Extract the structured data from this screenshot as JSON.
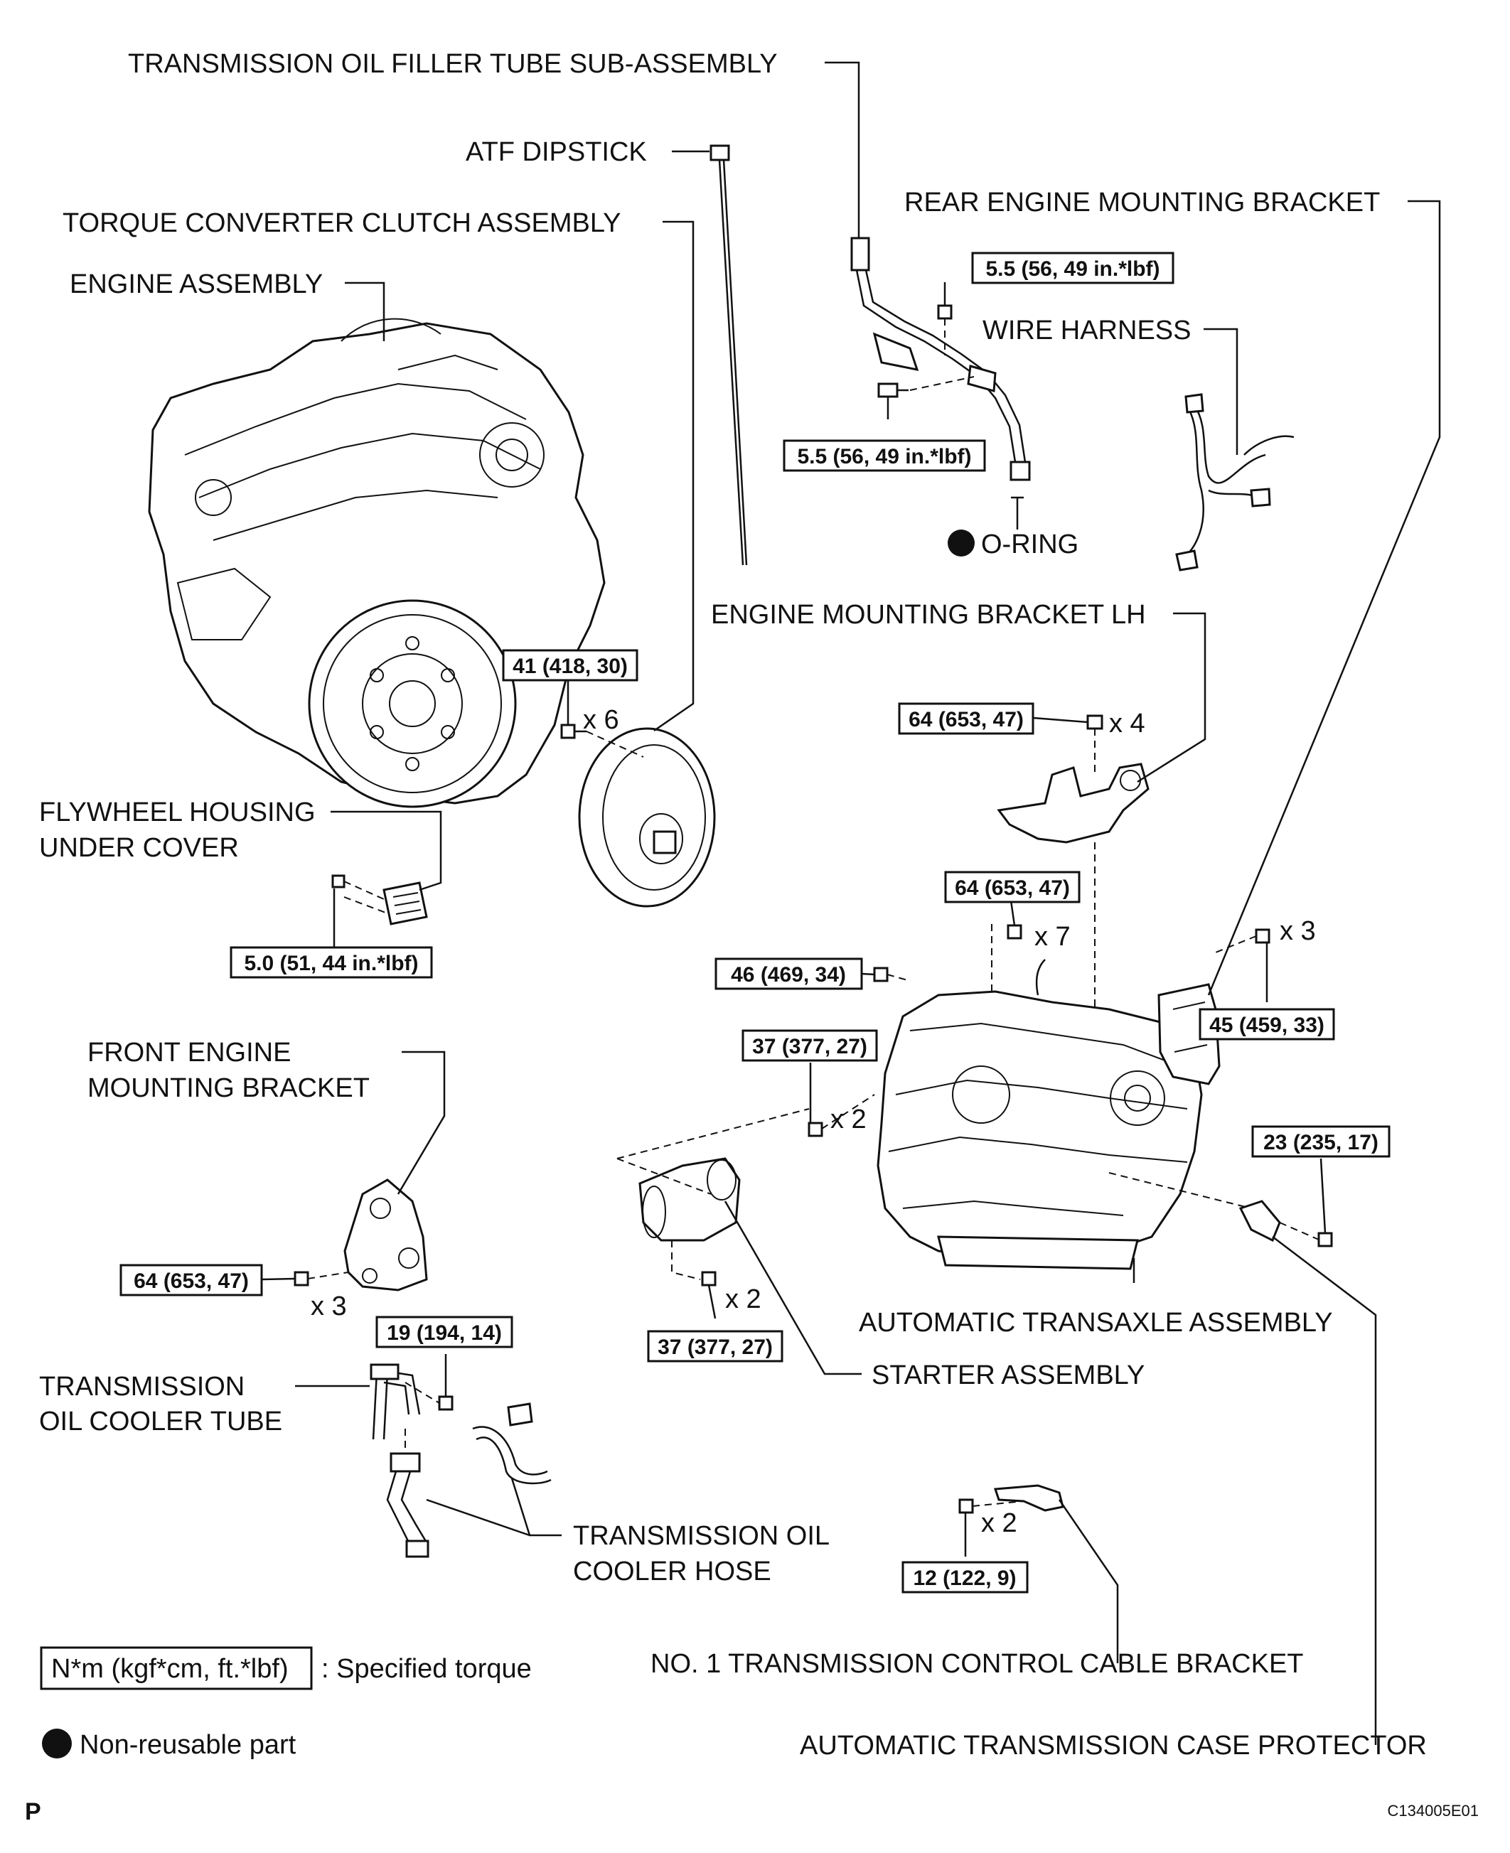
{
  "labels": {
    "filler_tube": "TRANSMISSION OIL FILLER TUBE SUB-ASSEMBLY",
    "atf_dipstick": "ATF DIPSTICK",
    "torque_converter": "TORQUE CONVERTER CLUTCH ASSEMBLY",
    "engine_assembly": "ENGINE ASSEMBLY",
    "rear_mount_bracket": "REAR ENGINE MOUNTING BRACKET",
    "wire_harness": "WIRE HARNESS",
    "o_ring": "O-RING",
    "mount_bracket_lh": "ENGINE MOUNTING BRACKET LH",
    "flywheel_cover_1": "FLYWHEEL HOUSING",
    "flywheel_cover_2": "UNDER COVER",
    "front_mount_1": "FRONT ENGINE",
    "front_mount_2": "MOUNTING BRACKET",
    "transaxle": "AUTOMATIC TRANSAXLE ASSEMBLY",
    "starter": "STARTER ASSEMBLY",
    "cooler_tube_1": "TRANSMISSION",
    "cooler_tube_2": "OIL COOLER TUBE",
    "cooler_hose_1": "TRANSMISSION OIL",
    "cooler_hose_2": "COOLER HOSE",
    "cable_bracket": "NO. 1 TRANSMISSION CONTROL CABLE BRACKET",
    "case_protector": "AUTOMATIC TRANSMISSION CASE PROTECTOR"
  },
  "torques": {
    "filler_top": "5.5 (56, 49 in.*lbf)",
    "filler_bottom": "5.5 (56, 49 in.*lbf)",
    "converter": "41 (418, 30)",
    "bracket_lh": "64 (653, 47)",
    "flywheel_cover": "5.0 (51, 44 in.*lbf)",
    "transaxle_top": "64 (653, 47)",
    "transaxle_side": "46 (469, 34)",
    "rear_mount": "45 (459, 33)",
    "starter_upper": "37 (377, 27)",
    "protector": "23 (235, 17)",
    "front_mount": "64 (653, 47)",
    "starter_lower": "37 (377, 27)",
    "cooler_tube": "19 (194, 14)",
    "cable_bracket": "12 (122, 9)"
  },
  "multipliers": {
    "converter": "x 6",
    "bracket_lh": "x 4",
    "transaxle_top": "x 7",
    "rear_mount": "x 3",
    "starter_upper": "x 2",
    "front_mount": "x 3",
    "starter_lower": "x 2",
    "cable_bracket": "x 2"
  },
  "legend": {
    "torque_unit": "N*m (kgf*cm, ft.*lbf)",
    "torque_desc": ": Specified torque",
    "nonreusable_desc": "Non-reusable part"
  },
  "corner": {
    "letter": "P",
    "code": "C134005E01"
  }
}
